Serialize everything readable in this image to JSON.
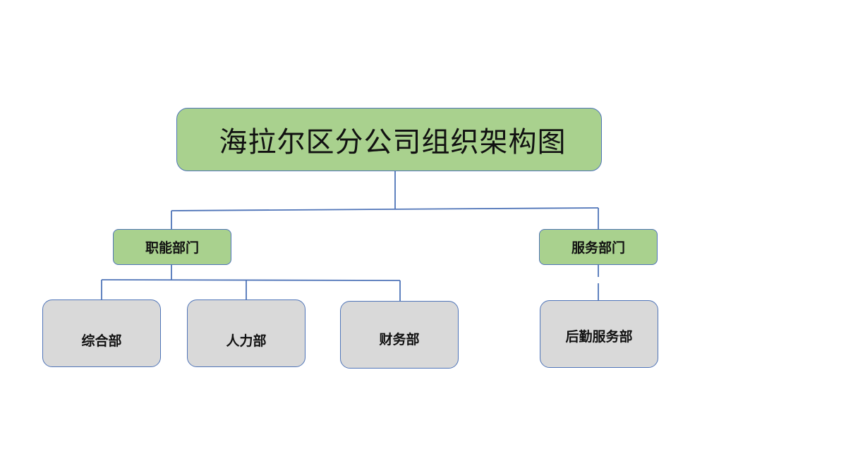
{
  "title": "海拉尔区分公司组织架构图",
  "departments": [
    {
      "name": "职能部门",
      "children": [
        "综合部",
        "人力部",
        "财务部"
      ]
    },
    {
      "name": "服务部门",
      "children": [
        "后勤服务部"
      ]
    }
  ],
  "colors": {
    "header_fill": "#a9d18e",
    "leaf_fill": "#d9d9d9",
    "border_and_connectors": "#4f74b8"
  }
}
